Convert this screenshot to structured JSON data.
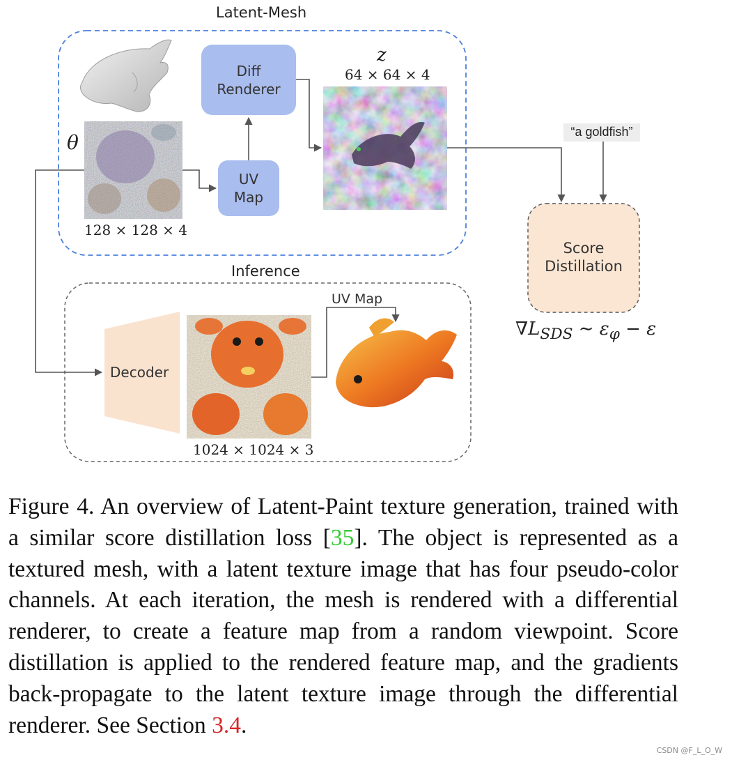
{
  "diagram": {
    "latent_mesh_title": "Latent-Mesh",
    "inference_title": "Inference",
    "theta_label": "θ",
    "texture_dims": "128 × 128 × 4",
    "diff_renderer_line1": "Diff",
    "diff_renderer_line2": "Renderer",
    "uv_map_line1": "UV",
    "uv_map_line2": "Map",
    "z_label": "z",
    "z_dims": "64 × 64 × 4",
    "prompt": "“a goldfish”",
    "score_line1": "Score",
    "score_line2": "Distillation",
    "loss": "∇L<sub>SDS</sub> ∼ ε<sub>φ</sub> − ε",
    "decoder_label": "Decoder",
    "inference_uv_map": "UV Map",
    "output_dims": "1024 × 1024 × 3",
    "colors": {
      "latent_border": "#4a7fdc",
      "inference_border": "#666666",
      "renderer_fill": "#a9bdee",
      "score_fill": "#fbe6d3",
      "decoder_fill": "#f9e3cf",
      "arrow": "#555555"
    }
  },
  "caption": {
    "prefix": "Figure 4. An overview of Latent-Paint texture generation, trained with a similar score distillation loss [",
    "ref1": "35",
    "middle": "]. The object is represented as a textured mesh, with a latent texture image that has four pseudo-color channels. At each iteration, the mesh is rendered with a differential renderer, to create a feature map from a random viewpoint. Score distillation is applied to the rendered feature map, and the gradients back-propagate to the latent texture image through the differential renderer. See Section ",
    "ref2": "3.4",
    "suffix": "."
  },
  "watermark": "CSDN @F_L_O_W"
}
